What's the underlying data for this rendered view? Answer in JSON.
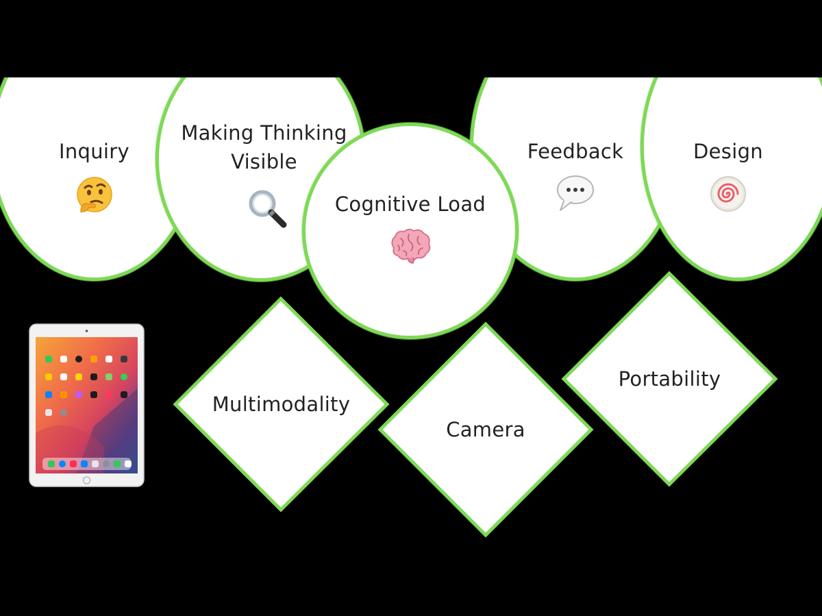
{
  "circles": [
    {
      "label": "Inquiry",
      "icon": "thinking-face-icon"
    },
    {
      "label": "Making Thinking Visible",
      "icon": "magnifying-glass-icon"
    },
    {
      "label": "Cognitive Load",
      "icon": "brain-icon"
    },
    {
      "label": "Feedback",
      "icon": "speech-bubble-icon"
    },
    {
      "label": "Design",
      "icon": "fish-cake-icon"
    }
  ],
  "diamonds": [
    {
      "label": "Multimodality"
    },
    {
      "label": "Camera"
    },
    {
      "label": "Portability"
    }
  ],
  "device": {
    "icon": "ipad-icon"
  },
  "colors": {
    "background": "#000000",
    "shape_fill": "#ffffff",
    "border": "#7ed957",
    "text": "#222222"
  }
}
